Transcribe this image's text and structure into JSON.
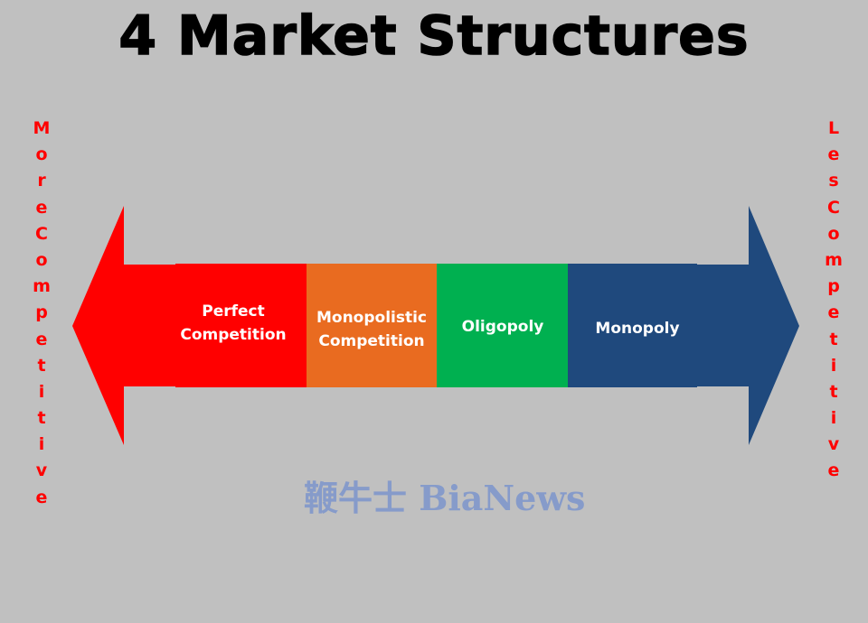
{
  "title": "4 Market Structures",
  "left_label": "MoreCompetitive",
  "right_label": "LesCompetitive",
  "segments": [
    {
      "lines": [
        "Perfect",
        "Competition"
      ],
      "color": "#ff0000"
    },
    {
      "lines": [
        "Monopolistic",
        "Competition"
      ],
      "color": "#e96b20"
    },
    {
      "lines": [
        "Oligopoly"
      ],
      "color": "#00b050"
    },
    {
      "lines": [
        "Monopoly"
      ],
      "color": "#1f497d"
    }
  ],
  "watermark": "鞭牛士 BiaNews",
  "colors": {
    "background": "#c0c0c0",
    "left_arrow": "#ff0000",
    "right_arrow": "#1f497d",
    "label_text": "#ff0000"
  }
}
